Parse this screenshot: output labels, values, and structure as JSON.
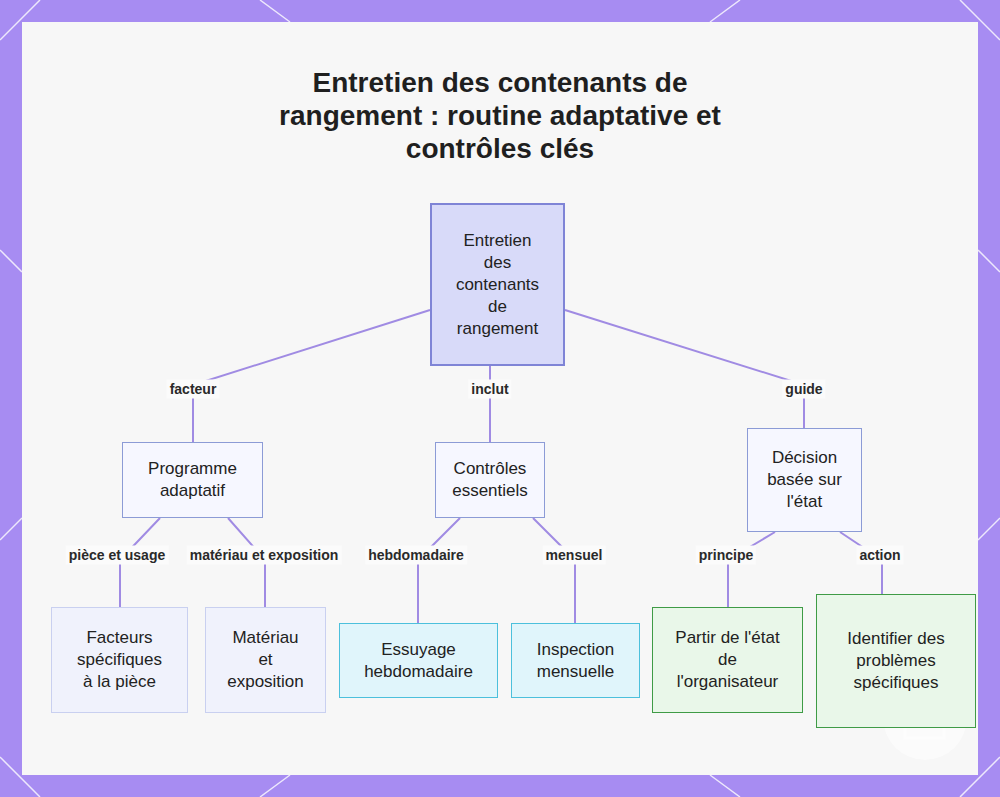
{
  "diagram": {
    "title": "Entretien des contenants de rangement : routine adaptative et contrôles clés",
    "nodes": [
      {
        "text": [
          "Entretien des contenants de rangement"
        ]
      },
      {
        "text": [
          "Programme adaptatif"
        ]
      },
      {
        "text": [
          "Contrôles essentiels"
        ]
      },
      {
        "text": [
          "Décision basée sur l'état"
        ]
      },
      {
        "text": [
          "Facteurs spécifiques à la pièce"
        ]
      },
      {
        "text": [
          "Matériau et exposition"
        ]
      },
      {
        "text": [
          "Essuyage hebdomadaire"
        ]
      },
      {
        "text": [
          "Inspection mensuelle"
        ]
      },
      {
        "text": [
          "Partir de l'état de l'organisateur"
        ]
      },
      {
        "text": [
          "Identifier des problèmes spécifiques"
        ]
      }
    ],
    "edges": [
      {
        "from": 0,
        "to": 1,
        "arrow": "none",
        "label": "facteur"
      },
      {
        "from": 0,
        "to": 2,
        "arrow": "none",
        "label": "inclut"
      },
      {
        "from": 0,
        "to": 3,
        "arrow": "none",
        "label": "guide"
      },
      {
        "from": 1,
        "to": 4,
        "arrow": "none",
        "label": "pièce et usage"
      },
      {
        "from": 1,
        "to": 5,
        "arrow": "none",
        "label": "matériau et exposition"
      },
      {
        "from": 2,
        "to": 6,
        "arrow": "none",
        "label": "hebdomadaire"
      },
      {
        "from": 2,
        "to": 7,
        "arrow": "none",
        "label": "mensuel"
      },
      {
        "from": 3,
        "to": 8,
        "arrow": "none",
        "label": "principe"
      },
      {
        "from": 3,
        "to": 9,
        "arrow": "none",
        "label": "action"
      }
    ]
  }
}
